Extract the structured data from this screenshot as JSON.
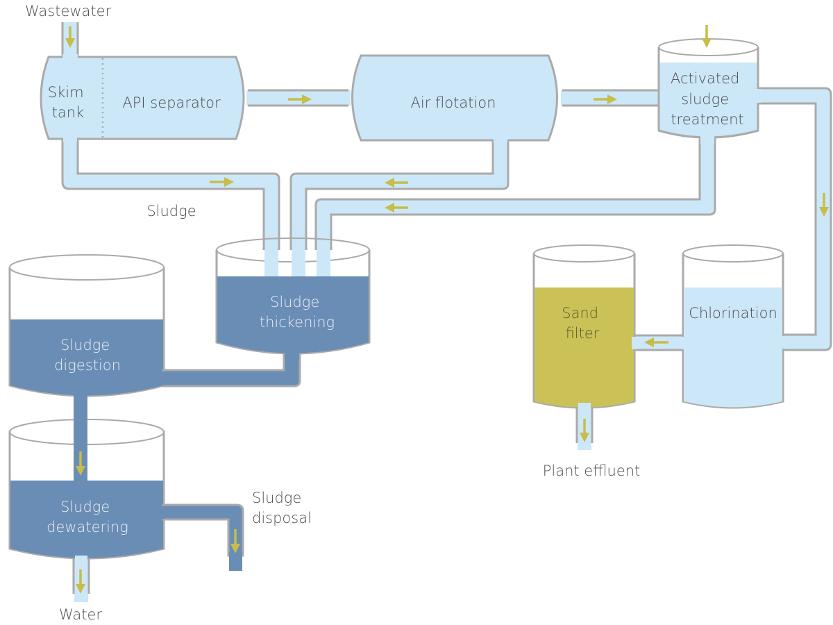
{
  "title": "Wastewater treatment process",
  "colors": {
    "water": "#cce7f8",
    "sludge": "#6a8db5",
    "sand": "#cac256",
    "outline": "#aaaaaa",
    "arrow": "#c6bd4a",
    "text": "#4d4f53"
  },
  "labels": {
    "wastewater": "Wastewater",
    "skim_tank": [
      "Skim",
      "tank"
    ],
    "api_separator": "API separator",
    "air_flotation": "Air flotation",
    "activated_sludge": [
      "Activated",
      "sludge",
      "treatment"
    ],
    "sludge": "Sludge",
    "sludge_thickening": [
      "Sludge",
      "thickening"
    ],
    "sludge_digestion": [
      "Sludge",
      "digestion"
    ],
    "sludge_dewatering": [
      "Sludge",
      "dewatering"
    ],
    "sludge_disposal": [
      "Sludge",
      "disposal"
    ],
    "water": "Water",
    "sand_filter": [
      "Sand",
      "filter"
    ],
    "chlorination": "Chlorination",
    "plant_effluent": "Plant effluent"
  },
  "flow": [
    {
      "from": "Wastewater",
      "to": "Skim tank / API separator"
    },
    {
      "from": "API separator",
      "to": "Air flotation"
    },
    {
      "from": "Air flotation",
      "to": "Activated sludge treatment"
    },
    {
      "from": "Activated sludge treatment",
      "to": "Chlorination"
    },
    {
      "from": "Chlorination",
      "to": "Sand filter"
    },
    {
      "from": "Sand filter",
      "to": "Plant effluent"
    },
    {
      "from": "Skim tank",
      "to": "Sludge thickening"
    },
    {
      "from": "Air flotation",
      "to": "Sludge thickening"
    },
    {
      "from": "Activated sludge treatment",
      "to": "Sludge thickening"
    },
    {
      "from": "Sludge thickening",
      "to": "Sludge digestion"
    },
    {
      "from": "Sludge digestion",
      "to": "Sludge dewatering"
    },
    {
      "from": "Sludge dewatering",
      "to": "Sludge disposal"
    },
    {
      "from": "Sludge dewatering",
      "to": "Water"
    }
  ]
}
